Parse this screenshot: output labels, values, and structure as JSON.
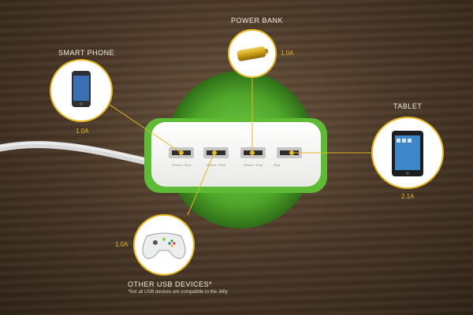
{
  "devices": {
    "smart_phone": {
      "label": "SMART PHONE",
      "amperage": "1.0A"
    },
    "power_bank": {
      "label": "POWER BANK",
      "amperage": "1.0A"
    },
    "tablet": {
      "label": "TABLET",
      "amperage": "2.1A"
    },
    "other_usb": {
      "label": "OTHER USB DEVICES*",
      "amperage": "1.0A",
      "footnote": "*Not all USB devices are compatible to the Jelly"
    }
  },
  "ports": [
    {
      "label": "iPhone / iPod"
    },
    {
      "label": "iPhone / iPod"
    },
    {
      "label": "iPhone / iPad"
    },
    {
      "label": "iPad"
    }
  ],
  "colors": {
    "accent": "#e6b825",
    "charger_green": "#5dbb36",
    "charger_white": "#f4f4f2"
  },
  "icons": {
    "smart_phone": "smartphone-icon",
    "power_bank": "battery-icon",
    "tablet": "tablet-icon",
    "other_usb": "gamepad-icon"
  }
}
